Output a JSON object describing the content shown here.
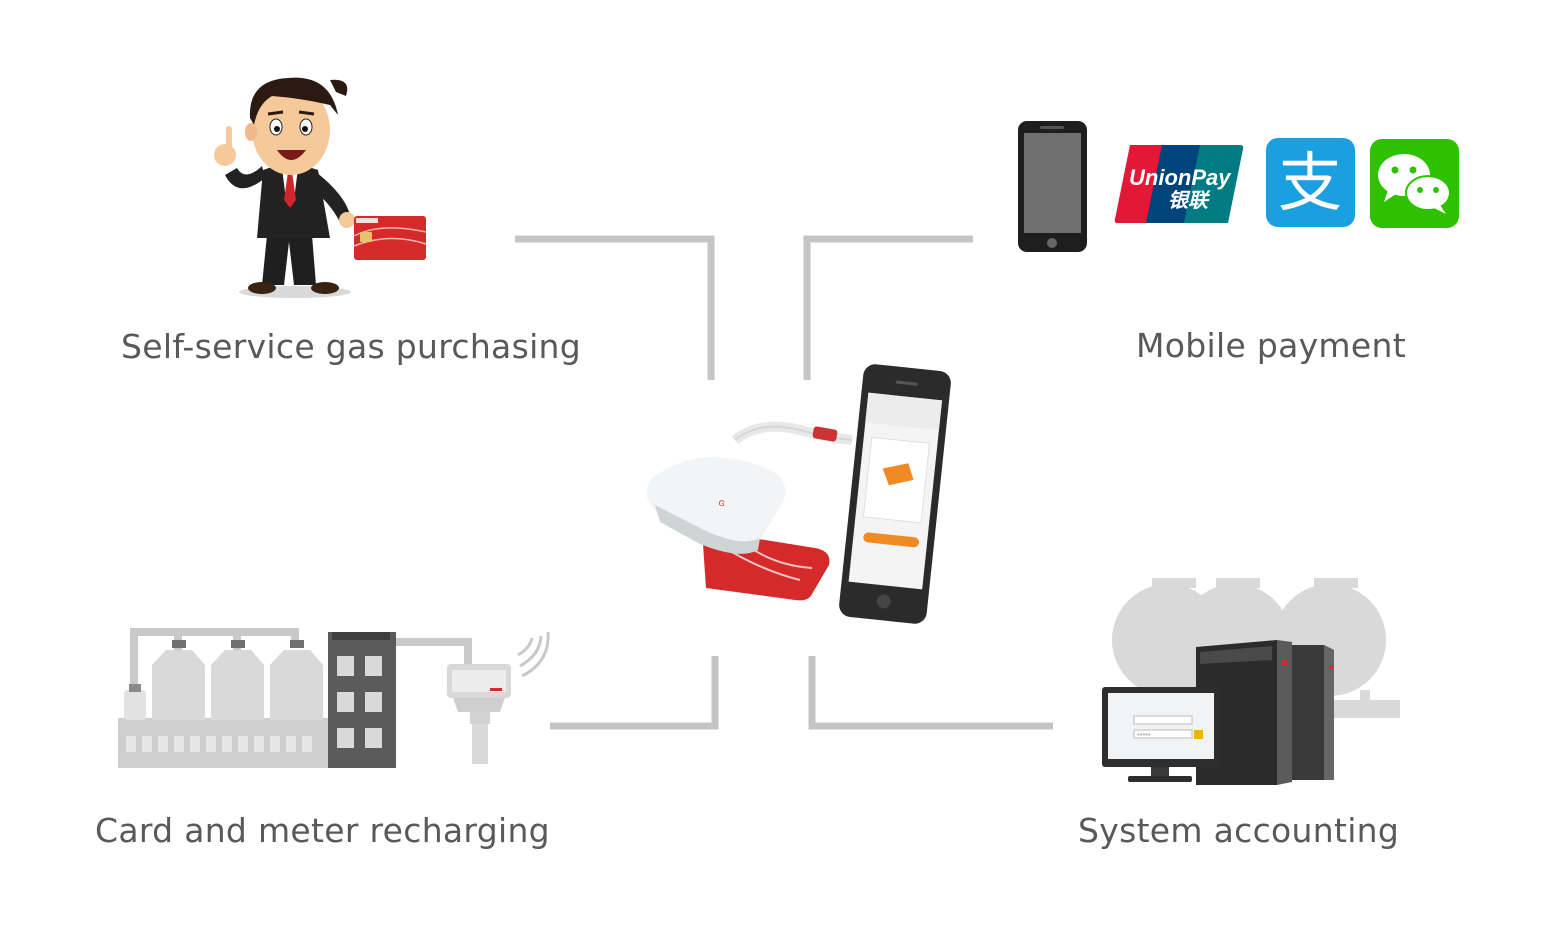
{
  "labels": {
    "self_service": "Self-service gas purchasing",
    "mobile_payment": "Mobile payment",
    "card_meter": "Card and meter recharging",
    "system_accounting": "System accounting"
  },
  "logos": {
    "unionpay_text": "UnionPay",
    "unionpay_cn": "银联",
    "alipay_glyph": "支"
  },
  "icons": {
    "businessman": "businessman-illustration",
    "gas_card": "gas-card-icon",
    "smartphone": "smartphone-icon",
    "unionpay": "unionpay-logo",
    "alipay": "alipay-logo",
    "wechat": "wechat-logo",
    "card_reader": "card-reader-device",
    "gas_station": "gas-plant-illustration",
    "gas_meter": "gas-meter-icon",
    "server": "server-computer-illustration"
  },
  "colors": {
    "connector": "#c4c4c4",
    "label_text": "#58595b",
    "unionpay_red": "#e21836",
    "unionpay_blue": "#00447c",
    "unionpay_teal": "#007b84",
    "alipay_blue": "#1a9fe0",
    "wechat_green": "#2dc100",
    "card_red": "#d42a2a",
    "accent_orange": "#f08a24"
  }
}
